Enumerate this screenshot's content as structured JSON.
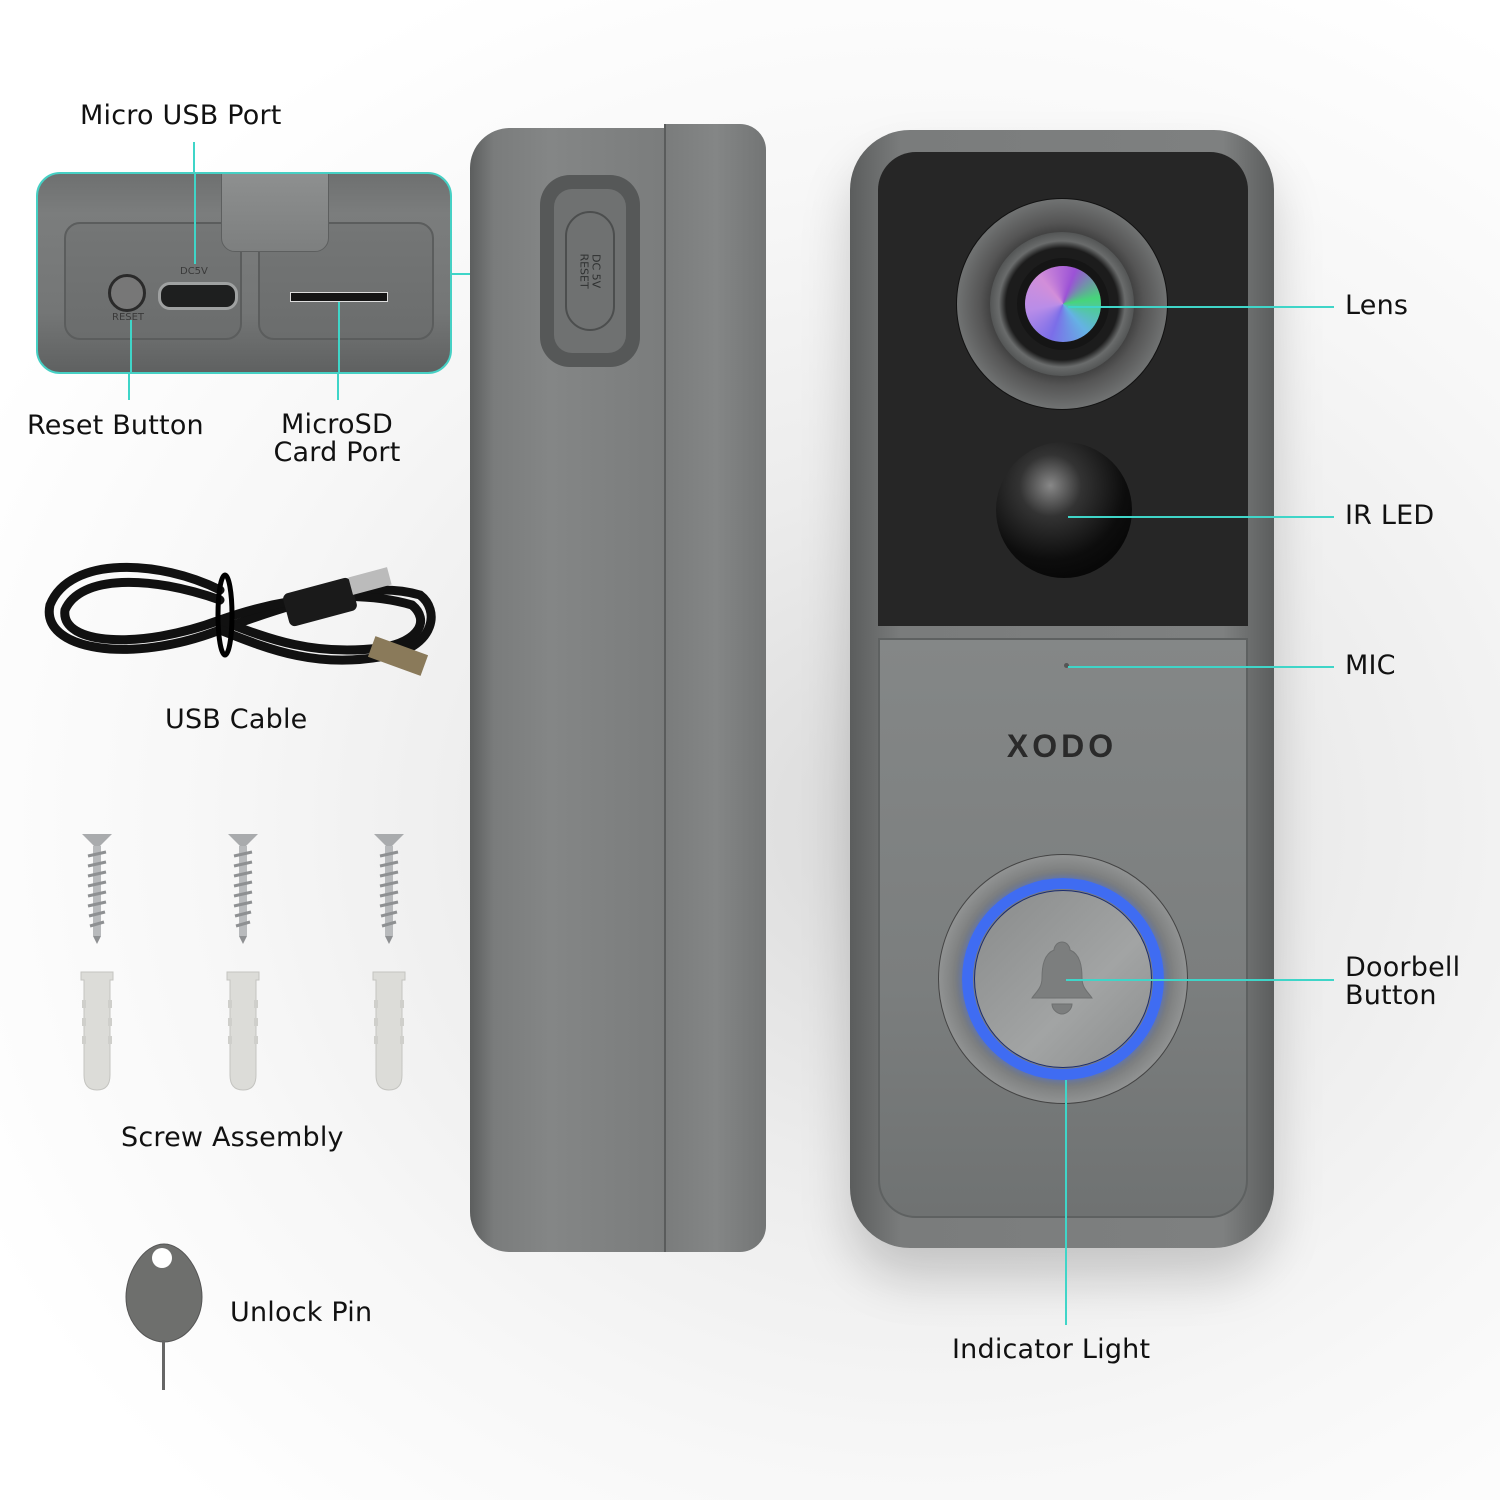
{
  "labels": {
    "micro_usb_port": "Micro USB Port",
    "reset_button": "Reset Button",
    "microsd_line1": "MicroSD",
    "microsd_line2": "Card Port",
    "usb_cable": "USB Cable",
    "screw_assembly": "Screw Assembly",
    "unlock_pin": "Unlock Pin",
    "lens": "Lens",
    "ir_led": "IR LED",
    "mic": "MIC",
    "doorbell_line1": "Doorbell",
    "doorbell_line2": "Button",
    "indicator_light": "Indicator Light"
  },
  "device": {
    "brand": "XODO",
    "inset_port_markings": {
      "dc": "DC5V",
      "reset": "RESET"
    },
    "side_cover_text": "DC 5V\nRESET"
  },
  "colors": {
    "leader_line": "#3fd5c8",
    "indicator_ring": "#3f6cf2",
    "device_body": "#7e8080",
    "camera_panel": "#262626"
  },
  "accessories": {
    "screw_count": 3,
    "anchor_count": 3
  }
}
